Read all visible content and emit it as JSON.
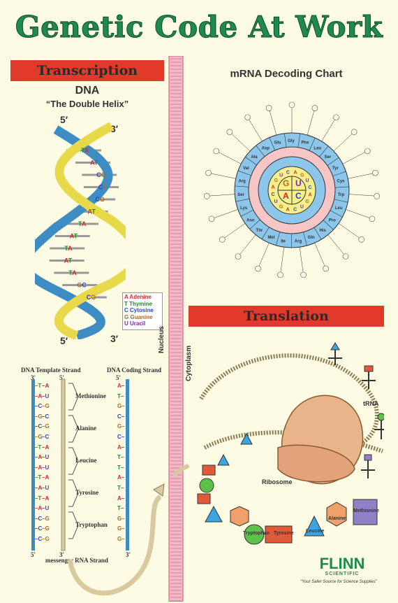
{
  "title": "Genetic Code At Work",
  "transcription": {
    "banner": "Transcription",
    "dna_title": "DNA",
    "dna_subtitle": "“The Double Helix”",
    "top_left_end": "5′",
    "top_right_end": "3′",
    "bottom_left_end": "5′",
    "bottom_right_end": "3′",
    "helix_pairs": [
      "TA",
      "AT",
      "CG",
      "CG",
      "CG",
      "AT",
      "TA",
      "AT",
      "TA",
      "AT",
      "TA",
      "GC",
      "CG"
    ],
    "legend": [
      {
        "letter": "A",
        "name": "Adenine",
        "color": "#d12a2a"
      },
      {
        "letter": "T",
        "name": "Thymine",
        "color": "#2a8a2a"
      },
      {
        "letter": "C",
        "name": "Cytosine",
        "color": "#2a44c8"
      },
      {
        "letter": "G",
        "name": "Guanine",
        "color": "#b06a1a"
      },
      {
        "letter": "U",
        "name": "Uracil",
        "color": "#7a2aa8"
      }
    ],
    "template_label": "DNA Template Strand",
    "coding_label": "DNA Coding Strand",
    "mrna_label": "messenger RNA Strand",
    "strand_ends": {
      "template_top": "3′",
      "template_bottom": "5′",
      "mrna_top": "5′",
      "mrna_bottom": "3′",
      "coding_top": "5′",
      "coding_bottom": "3′"
    },
    "template_bases": [
      "T",
      "A",
      "C",
      "G",
      "C",
      "G",
      "T",
      "A",
      "A",
      "T",
      "A",
      "T",
      "A",
      "C",
      "C",
      "C"
    ],
    "mrna_bases": [
      "A",
      "U",
      "G",
      "C",
      "G",
      "C",
      "A",
      "U",
      "U",
      "A",
      "U",
      "A",
      "U",
      "G",
      "G",
      "G"
    ],
    "coding_bases": [
      "A",
      "T",
      "G",
      "C",
      "G",
      "C",
      "A",
      "T",
      "T",
      "A",
      "T",
      "A",
      "T",
      "G",
      "G",
      "G"
    ],
    "codons": [
      "Methionine",
      "Alanine",
      "Leucine",
      "Tyrosine",
      "Tryptophan"
    ]
  },
  "nucleus_label": "Nucleus",
  "cytoplasm_label": "Cytoplasm",
  "decoding": {
    "title": "mRNA Decoding Chart",
    "inner": [
      "G",
      "U",
      "A",
      "C"
    ],
    "middle": [
      "A",
      "G",
      "U",
      "C",
      "A",
      "G",
      "U",
      "C",
      "A",
      "G",
      "U",
      "C",
      "A",
      "G",
      "U",
      "C"
    ],
    "amino_ring": [
      "Gly",
      "Phe",
      "Leu",
      "Ser",
      "Tyr",
      "Cys",
      "Trp",
      "Leu",
      "Pro",
      "His",
      "Gln",
      "Arg",
      "Ile",
      "Met",
      "Thr",
      "Asn",
      "Lys",
      "Ser",
      "Arg",
      "Val",
      "Ala",
      "Asp",
      "Glu"
    ]
  },
  "translation": {
    "banner": "Translation",
    "ribosome": "Ribosome",
    "trna": "tRNA",
    "chain": [
      "Methionine",
      "Alanine",
      "Leucine",
      "Tyrosine",
      "Tryptophan"
    ]
  },
  "brand": {
    "name": "FLINN",
    "sub": "SCIENTIFIC",
    "tagline": "“Your Safer Source for Science Supplies”"
  },
  "colors": {
    "title_green": "#1f8a4c",
    "banner_red": "#e23a2a",
    "helix_blue": "#3d8cc4",
    "helix_yellow": "#e8d94a",
    "wheel_blue": "#8cc6ea",
    "wheel_yellow": "#f6ef8a",
    "wheel_pink": "#f6c6c6"
  }
}
